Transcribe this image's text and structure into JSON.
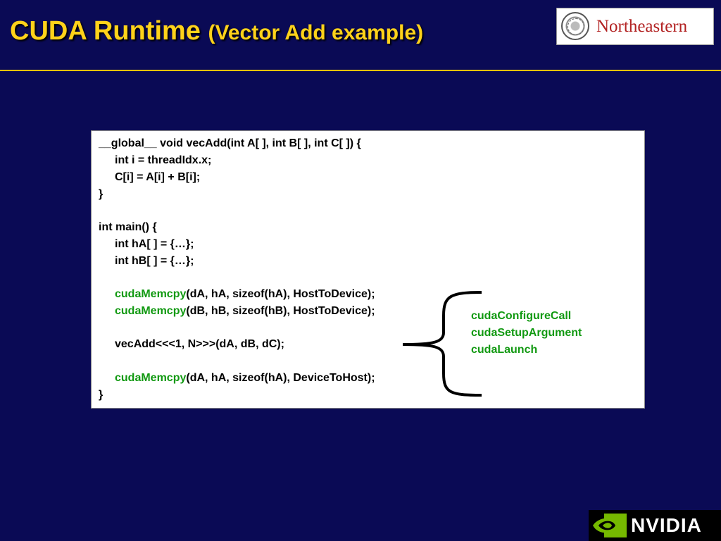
{
  "slide": {
    "title_main": "CUDA Runtime",
    "title_sub": "(Vector Add example)"
  },
  "logos": {
    "northeastern": "Northeastern",
    "nvidia": "NVIDIA"
  },
  "code": {
    "l1": "__global__ void vecAdd(int A[ ], int B[ ], int C[ ]) {",
    "l2": "int i = threadIdx.x;",
    "l3": "C[i] = A[i] + B[i];",
    "l4": "}",
    "l5": "int main() {",
    "l6": "int hA[ ] = {…};",
    "l7": "int hB[ ] = {…};",
    "memcpy_fn": "cudaMemcpy",
    "l8_args": "(dA, hA, sizeof(hA), HostToDevice);",
    "l9_args": "(dB, hB, sizeof(hB), HostToDevice);",
    "l10": "vecAdd<<<1, N>>>(dA, dB, dC);",
    "l11_args": "(dA, hA, sizeof(hA), DeviceToHost);",
    "l12": "}"
  },
  "runtime_calls": [
    "cudaConfigureCall",
    "cudaSetupArgument",
    "cudaLaunch"
  ],
  "colors": {
    "background": "#0a0a55",
    "title": "#ffd21a",
    "rule": "#e6c200",
    "function_highlight": "#119911",
    "northeastern_red": "#b22222",
    "nvidia_green": "#76b900"
  }
}
